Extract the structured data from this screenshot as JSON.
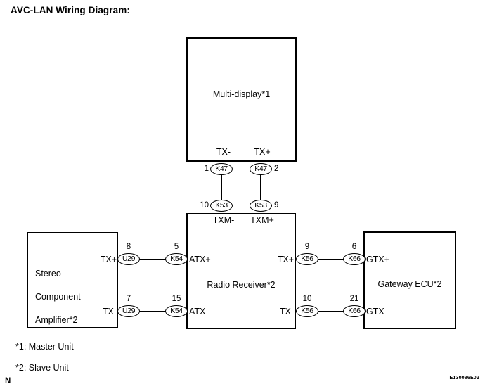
{
  "title": "AVC-LAN Wiring Diagram:",
  "colors": {
    "line": "#000000",
    "background": "#ffffff",
    "text": "#000000"
  },
  "boxes": {
    "multi_display": {
      "label": "Multi-display*1"
    },
    "radio_receiver": {
      "label": "Radio Receiver*2"
    },
    "stereo_amplifier": {
      "lines": [
        "Stereo",
        "Component",
        "Amplifier*2"
      ]
    },
    "gateway_ecu": {
      "label": "Gateway ECU*2"
    }
  },
  "signals": {
    "multi_tx_minus": "TX-",
    "multi_tx_plus": "TX+",
    "radio_txm_minus": "TXM-",
    "radio_txm_plus": "TXM+",
    "stereo_tx_plus": "TX+",
    "stereo_tx_minus": "TX-",
    "radio_atx_plus": "ATX+",
    "radio_atx_minus": "ATX-",
    "radio_tx_plus": "TX+",
    "radio_tx_minus": "TX-",
    "gateway_gtx_plus": "GTX+",
    "gateway_gtx_minus": "GTX-"
  },
  "connectors": {
    "k47_left": {
      "code": "K47",
      "pin": "1"
    },
    "k47_right": {
      "code": "K47",
      "pin": "2"
    },
    "k53_left": {
      "code": "K53",
      "pin": "10"
    },
    "k53_right": {
      "code": "K53",
      "pin": "9"
    },
    "u29_top": {
      "code": "U29",
      "pin": "8"
    },
    "k54_top": {
      "code": "K54",
      "pin": "5"
    },
    "u29_bottom": {
      "code": "U29",
      "pin": "7"
    },
    "k54_bottom": {
      "code": "K54",
      "pin": "15"
    },
    "k56_top": {
      "code": "K56",
      "pin": "9"
    },
    "k66_top": {
      "code": "K66",
      "pin": "6"
    },
    "k56_bottom": {
      "code": "K56",
      "pin": "10"
    },
    "k66_bottom": {
      "code": "K66",
      "pin": "21"
    }
  },
  "footnotes": {
    "note1": "*1: Master Unit",
    "note2": "*2: Slave Unit"
  },
  "page_marker": "N",
  "figure_code": "E130086E02"
}
